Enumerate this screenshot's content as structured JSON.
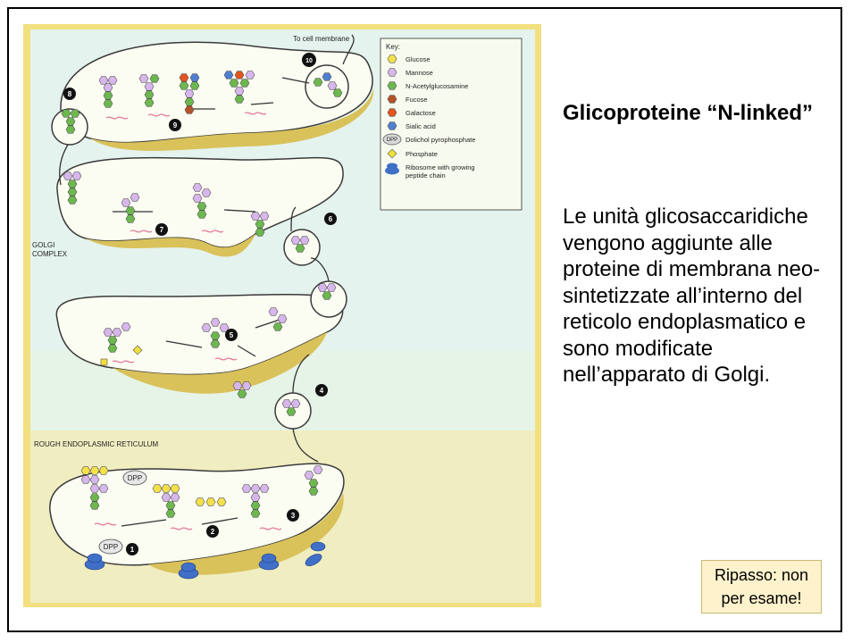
{
  "slide": {
    "title": "Glicoproteine “N-linked”",
    "body": "Le unità glicosaccaridiche vengono aggiunte alle proteine di membrana neo-sintetizzate all’interno del reticolo endoplasmatico e sono modificate nell’apparato di Golgi.",
    "note": "Ripasso: non per esame!"
  },
  "figure": {
    "to_cell_membrane": "To cell membrane",
    "golgi_label": [
      "GOLGI",
      "COMPLEX"
    ],
    "rer_label": "ROUGH ENDOPLASMIC RETICULUM",
    "dpp": "DPP",
    "step_numbers": [
      "1",
      "2",
      "3",
      "4",
      "5",
      "6",
      "7",
      "8",
      "9",
      "10"
    ],
    "key": {
      "title": "Key:",
      "items": [
        {
          "label": "Glucose",
          "color": "#f4e04a",
          "shape": "hexagon"
        },
        {
          "label": "Mannose",
          "color": "#d7b6ec",
          "shape": "hexagon"
        },
        {
          "label": "N-Acetylglucosamine",
          "color": "#6cb84f",
          "shape": "hexagon"
        },
        {
          "label": "Fucose",
          "color": "#b4532a",
          "shape": "hexagon"
        },
        {
          "label": "Galactose",
          "color": "#e3541e",
          "shape": "hexagon"
        },
        {
          "label": "Sialic acid",
          "color": "#4f7fd1",
          "shape": "hexagon"
        },
        {
          "label": "Dolichol pyrophosphate",
          "color": "#d9d9d9",
          "shape": "oval"
        },
        {
          "label": "Phosphate",
          "color": "#f2e03a",
          "shape": "diamond"
        },
        {
          "label": "Ribosome with growing peptide chain",
          "color": "#3f6fc7",
          "shape": "ribosome"
        }
      ]
    }
  }
}
